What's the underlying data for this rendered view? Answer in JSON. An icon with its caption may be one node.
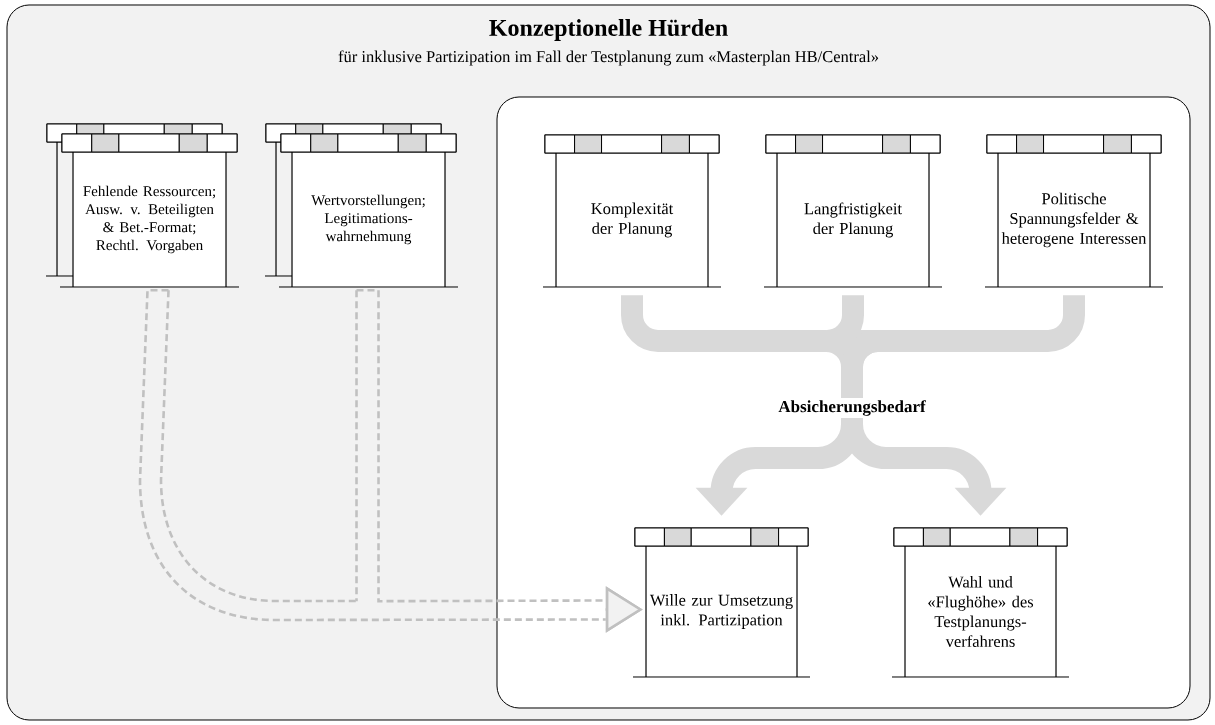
{
  "diagram": {
    "nodes": [
      {
        "text": [
          "Konzeptionelle Hürden",
          "für inklusive Partizipation im Fall der Testplanung zum «Masterplan HB/Central»"
        ]
      },
      {
        "text": [
          "Fehlende Ressourcen; Ausw. v. Beteiligten & Bet.-Format; Rechtl. Vorgaben"
        ],
        "in": 0
      },
      {
        "text": [
          "Wertvorstellungen; Legitimations-wahrnehmung"
        ],
        "in": 0
      },
      {
        "text": [],
        "shape": "box",
        "in": 0
      },
      {
        "text": [
          "Komplexität der Planung"
        ],
        "in": 3
      },
      {
        "text": [
          "Langfristigkeit der Planung"
        ],
        "in": 3
      },
      {
        "text": [
          "Politische Spannungsfelder & heterogene Interessen"
        ],
        "in": 3
      },
      {
        "text": [
          "Absicherungsbedarf"
        ],
        "in": 3
      },
      {
        "text": [
          "Wille zur Umsetzung inkl. Partizipation"
        ],
        "in": 3
      },
      {
        "text": [
          "Wahl und «Flughöhe» des Testplanungs-verfahrens"
        ],
        "in": 3
      }
    ],
    "edges": [
      {
        "from": 1,
        "to": 8,
        "arrow": "to",
        "style": "dashed"
      },
      {
        "from": 2,
        "to": 8,
        "arrow": "to",
        "style": "dashed"
      },
      {
        "from": 4,
        "to": 7,
        "arrow": "none"
      },
      {
        "from": 5,
        "to": 7,
        "arrow": "none"
      },
      {
        "from": 6,
        "to": 7,
        "arrow": "none"
      },
      {
        "from": 7,
        "to": 8,
        "arrow": "to"
      },
      {
        "from": 7,
        "to": 9,
        "arrow": "to"
      }
    ]
  }
}
